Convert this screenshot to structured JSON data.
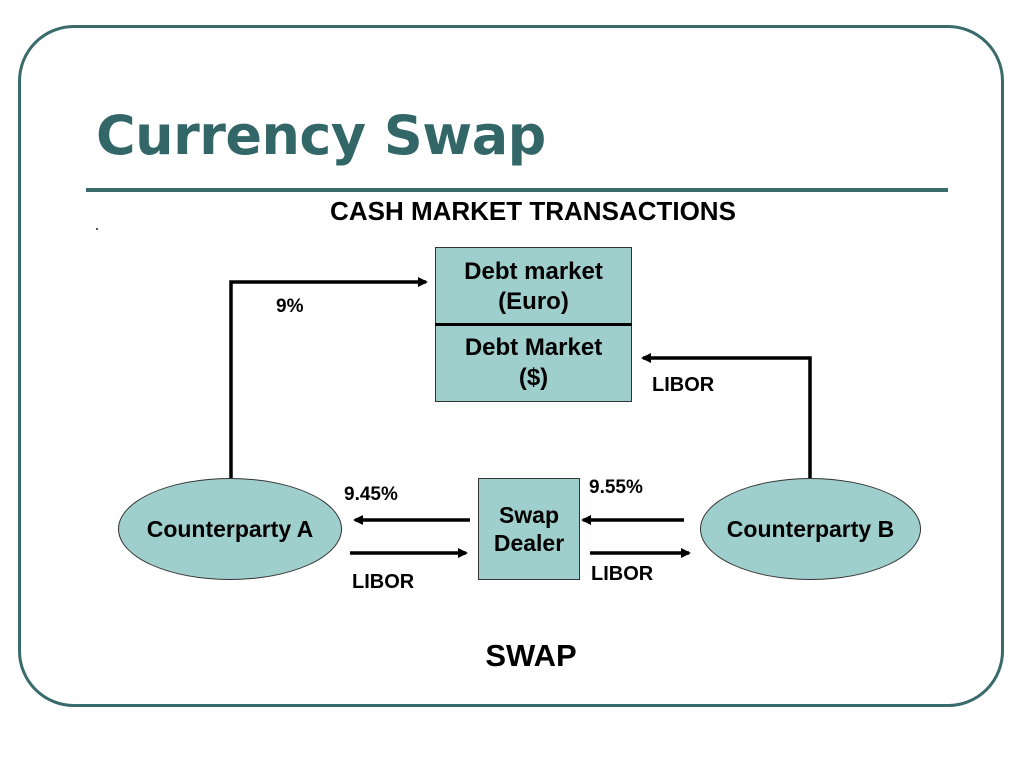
{
  "title": "Currency Swap",
  "subtitle": "CASH MARKET TRANSACTIONS",
  "nodes": {
    "debt_market_euro": "Debt market (Euro)",
    "debt_market_usd": "Debt Market ($)",
    "swap_dealer": "Swap Dealer",
    "counterparty_a": "Counterparty A",
    "counterparty_b": "Counterparty B"
  },
  "edges": {
    "a_to_euro_market": "9%",
    "b_to_usd_market": "LIBOR",
    "dealer_to_a": "9.45%",
    "b_to_dealer": "9.55%",
    "a_to_dealer": "LIBOR",
    "dealer_to_b": "LIBOR"
  },
  "footer": "SWAP",
  "colors": {
    "accent": "#336767",
    "node_fill": "#9fcfcc",
    "frame": "#3a6b6b"
  }
}
